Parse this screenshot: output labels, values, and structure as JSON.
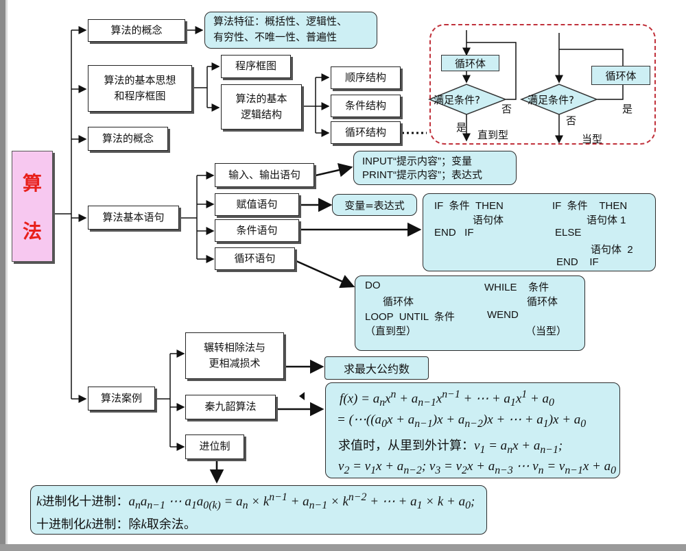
{
  "root": {
    "char1": "算",
    "char2": "法"
  },
  "level1": {
    "concept_top": "算法的概念",
    "basic_idea_line1": "算法的基本思想",
    "basic_idea_line2": "和程序框图",
    "concept_mid": "算法的概念",
    "statements": "算法基本语句",
    "cases": "算法案例"
  },
  "features": {
    "line1": "算法特征：概括性、逻辑性、",
    "line2": "有穷性、不唯一性、普遍性"
  },
  "flow": {
    "program_chart": "程序框图",
    "basic_logic_line1": "算法的基本",
    "basic_logic_line2": "逻辑结构",
    "sequence": "顺序结构",
    "condition": "条件结构",
    "loop": "循环结构"
  },
  "loop_diagram": {
    "loop_body": "循环体",
    "condition_q": "满足条件?",
    "no": "否",
    "yes": "是",
    "until_type": "直到型",
    "while_type": "当型"
  },
  "statements": {
    "io": "输入、输出语句",
    "assign": "赋值语句",
    "cond": "条件语句",
    "loop": "循环语句",
    "io_detail_1": "INPUT“提示内容”；变量",
    "io_detail_2": "PRINT“提示内容”；表达式",
    "assign_detail": "变量=表达式",
    "if1_l1": "IF  条件  THEN",
    "if1_l2": "语句体",
    "if1_l3": "END   IF",
    "if2_l1": "IF  条件    THEN",
    "if2_l2": "语句体 1",
    "if2_l3": "ELSE",
    "if2_l4": "语句体  2",
    "if2_l5": "END    IF",
    "do_l1": "DO",
    "do_l2": "循环体",
    "do_l3": "LOOP  UNTIL  条件",
    "do_l4": "（直到型）",
    "while_l1": "WHILE    条件",
    "while_l2": "循环体",
    "while_l3": "WEND",
    "while_l4": "（当型）"
  },
  "cases": {
    "euclid_line1": "辗转相除法与",
    "euclid_line2": "更相减损术",
    "gcd": "求最大公约数",
    "qin": "秦九韶算法",
    "base": "进位制"
  },
  "qin_formula": {
    "line3_cn": "求值时，从里到外计算："
  },
  "base_conv": {
    "line1_cn": "进制化十进制：",
    "line1_k": "k",
    "line2_cn_a": "十进制化",
    "line2_k": "k",
    "line2_cn_b": "进制：除",
    "line2_k2": "k",
    "line2_cn_c": "取余法。"
  }
}
